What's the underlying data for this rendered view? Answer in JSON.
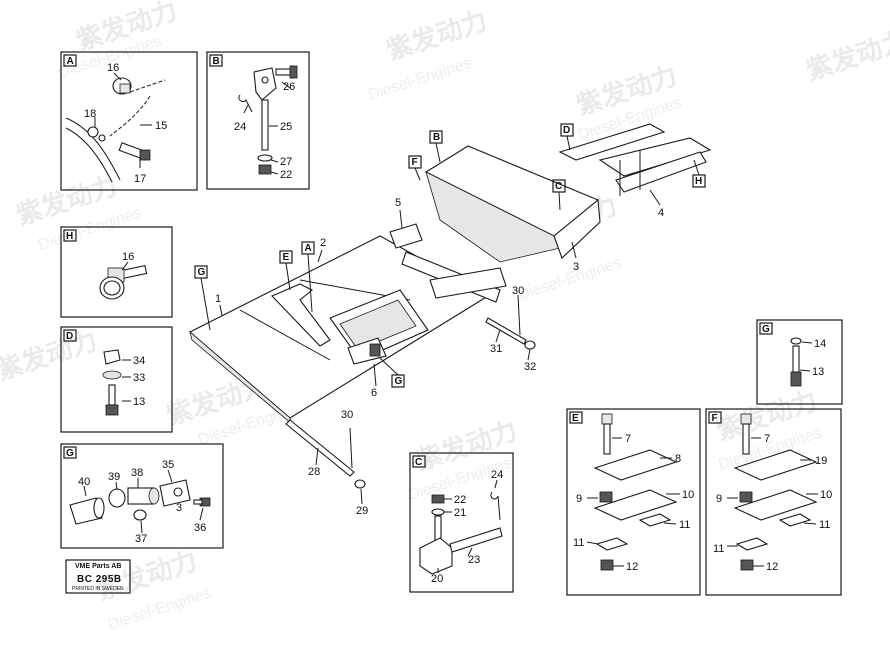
{
  "watermark": {
    "brand": "紫发动力",
    "sub": "Diesel-Engines"
  },
  "stamp": {
    "line1": "VME Parts AB",
    "code": "BC 295B",
    "line3": "PRINTED IN SWEDEN"
  },
  "insets": {
    "A": {
      "letter": "A",
      "labels": [
        "16",
        "18",
        "15",
        "17"
      ]
    },
    "B": {
      "letter": "B",
      "labels": [
        "26",
        "24",
        "25",
        "27",
        "22"
      ]
    },
    "H": {
      "letter": "H",
      "labels": [
        "16"
      ]
    },
    "D": {
      "letter": "D",
      "labels": [
        "34",
        "33",
        "13"
      ]
    },
    "G1": {
      "letter": "G",
      "labels": [
        "40",
        "39",
        "38",
        "35",
        "3",
        "37",
        "36"
      ]
    },
    "C": {
      "letter": "C",
      "labels": [
        "24",
        "22",
        "21",
        "23",
        "20"
      ]
    },
    "G2": {
      "letter": "G",
      "labels": [
        "14",
        "13"
      ]
    },
    "E": {
      "letter": "E",
      "labels": [
        "7",
        "8",
        "9",
        "10",
        "11",
        "11",
        "12"
      ]
    },
    "F": {
      "letter": "F",
      "labels": [
        "7",
        "19",
        "9",
        "10",
        "11",
        "11",
        "12"
      ]
    }
  },
  "main": {
    "callouts": [
      "B",
      "D",
      "F",
      "C",
      "H",
      "5",
      "4",
      "3",
      "E",
      "A",
      "2",
      "G",
      "1",
      "30",
      "31",
      "32",
      "G",
      "6",
      "30",
      "28",
      "29"
    ]
  }
}
